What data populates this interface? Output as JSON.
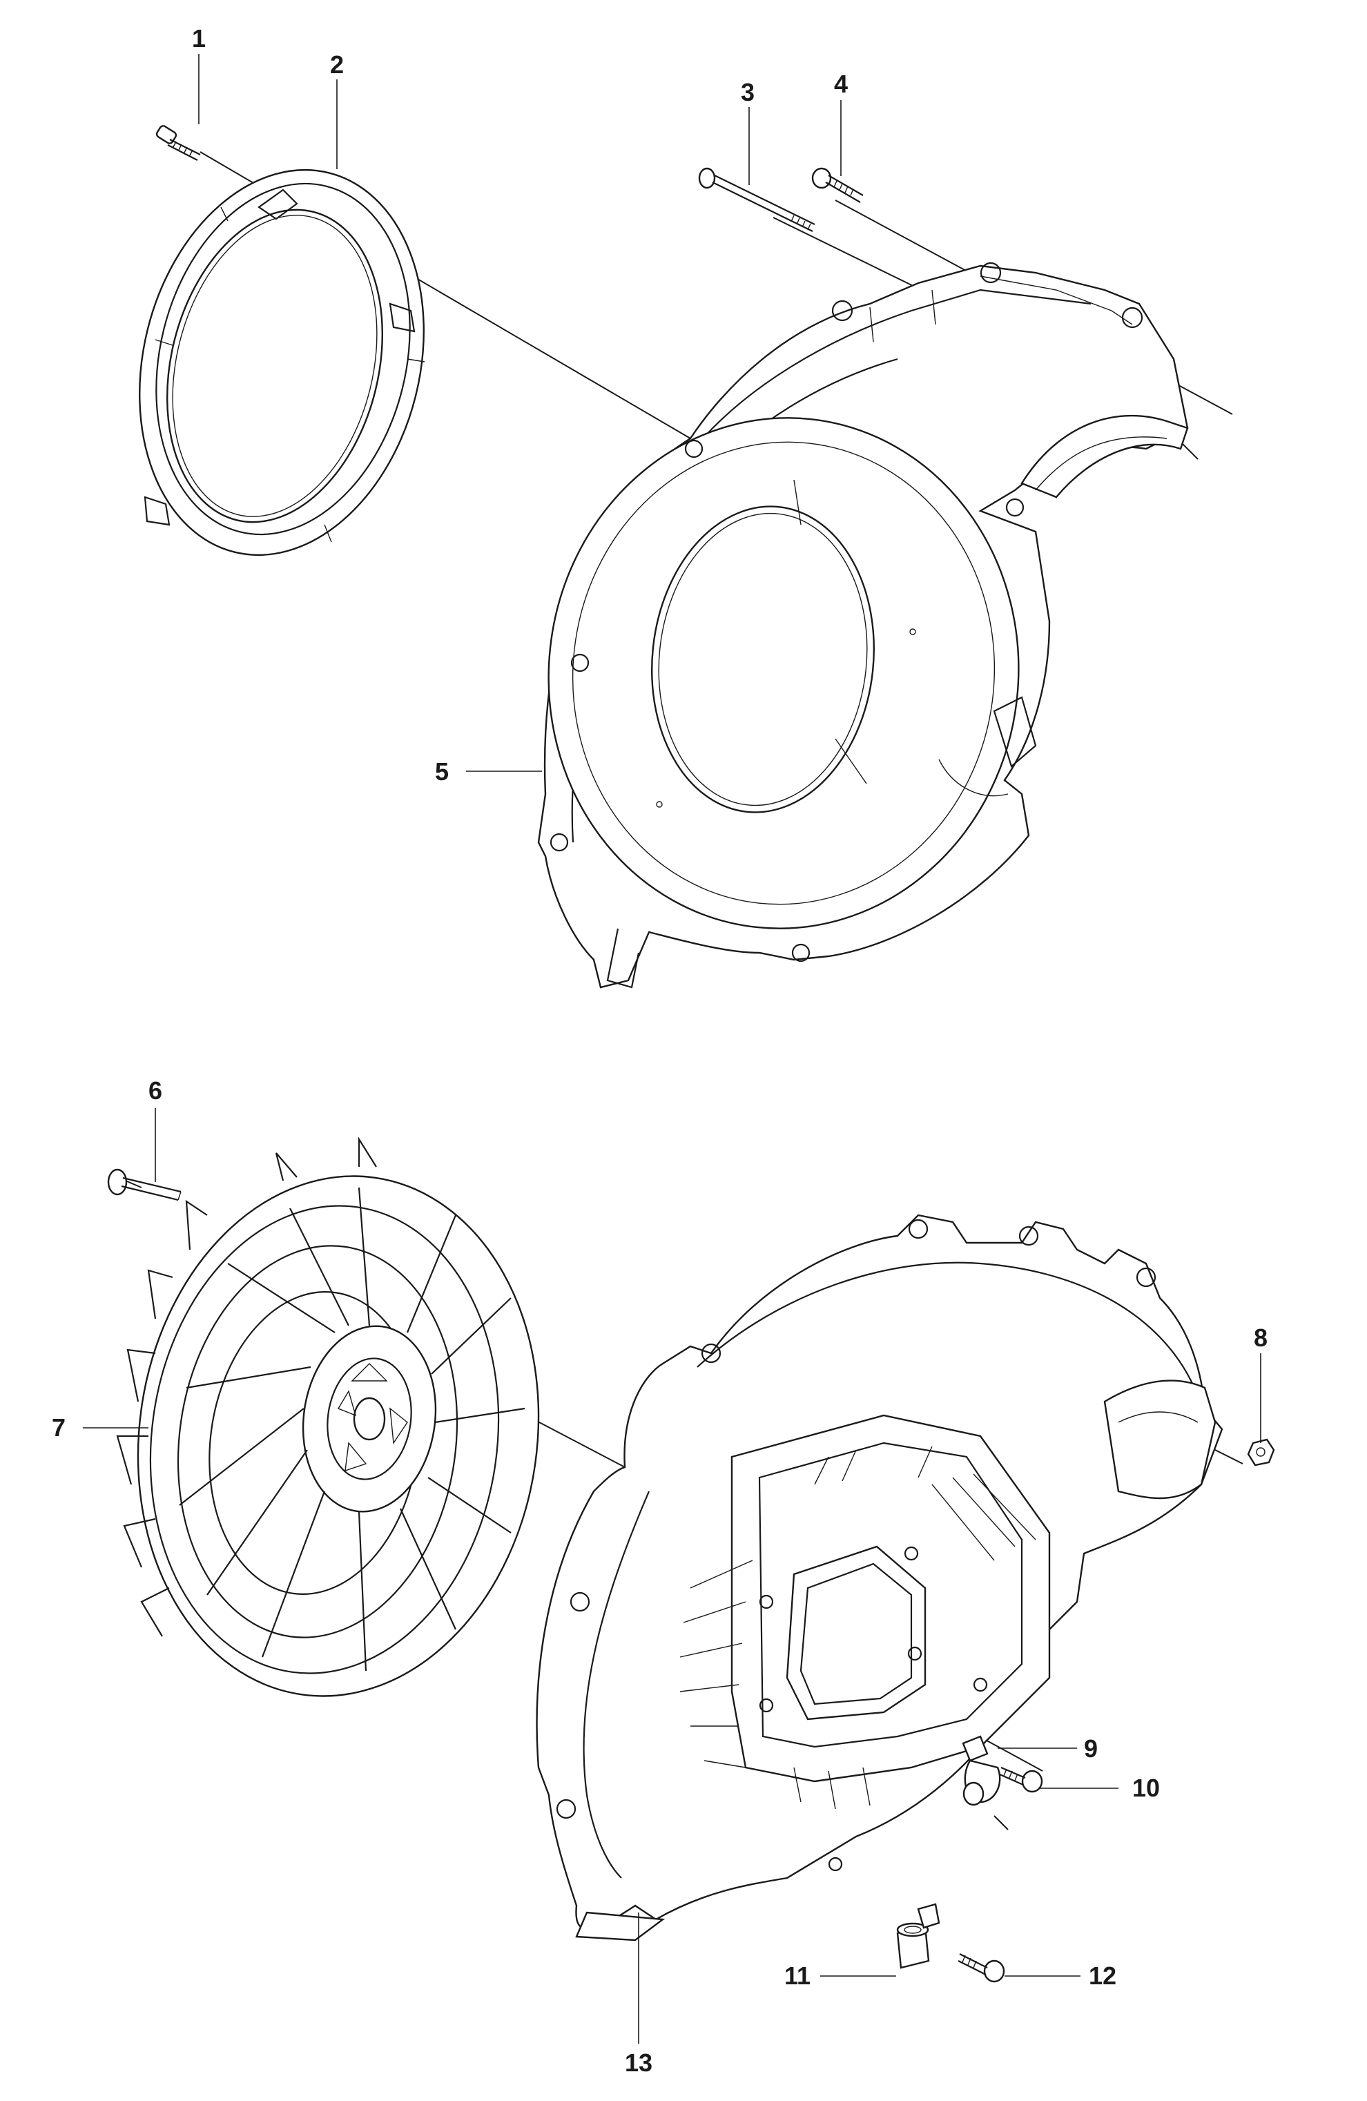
{
  "diagram": {
    "callouts": [
      "1",
      "2",
      "3",
      "4",
      "5",
      "6",
      "7",
      "8",
      "9",
      "10",
      "11",
      "12",
      "13"
    ],
    "colors": {
      "line": "#1a1a1a",
      "background": "#ffffff"
    }
  }
}
